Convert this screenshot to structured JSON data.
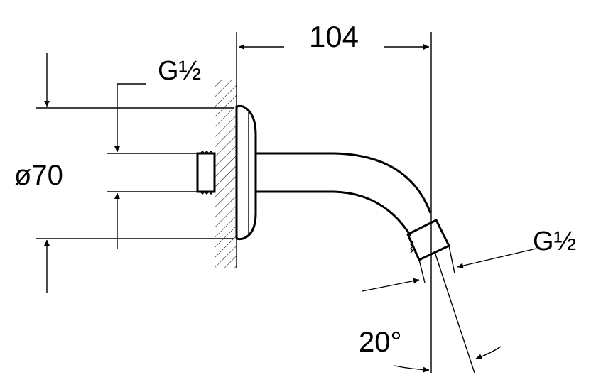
{
  "drawing": {
    "length_dim": "104",
    "thread_inlet": "G½",
    "thread_outlet": "G½",
    "flange_diameter": "ø70",
    "angle": "20°"
  }
}
